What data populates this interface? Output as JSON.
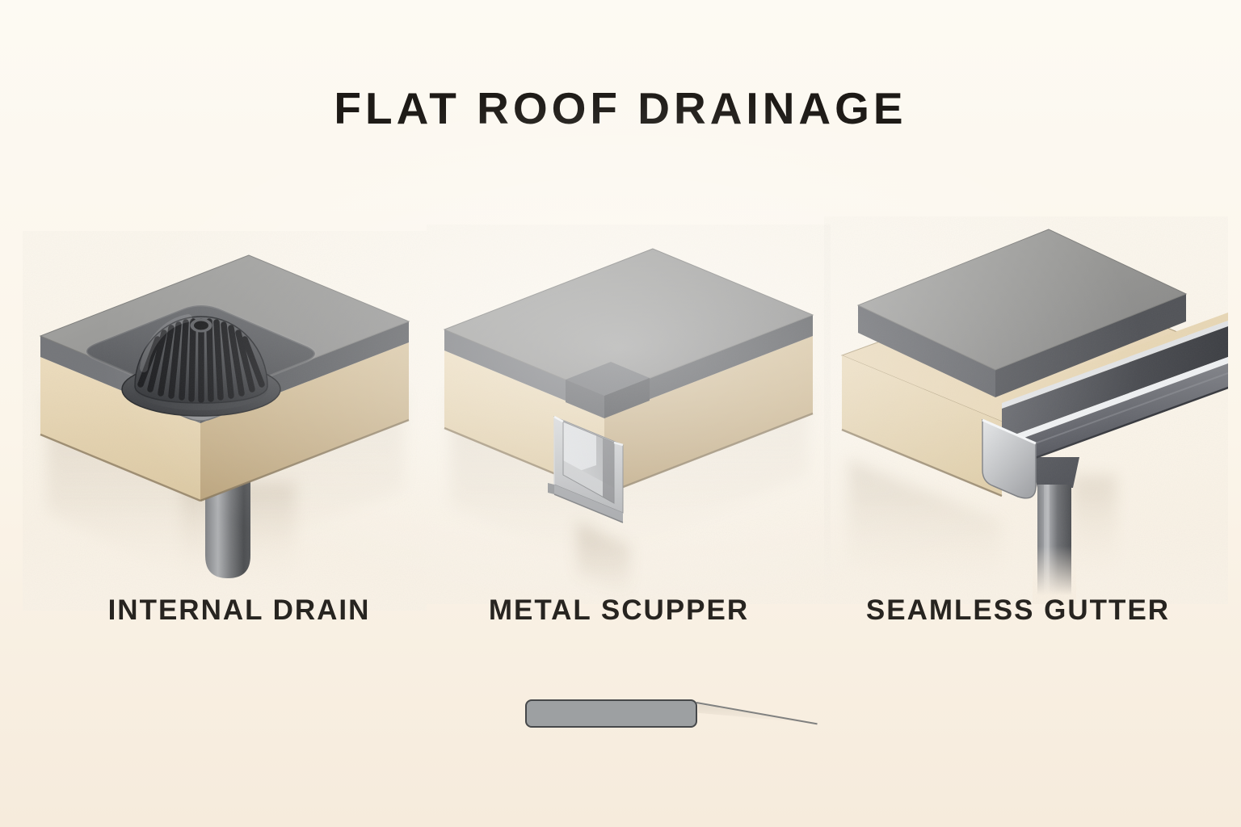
{
  "title": "FLAT ROOF DRAINAGE",
  "panels": [
    {
      "id": "internal-drain",
      "label": "INTERNAL DRAIN"
    },
    {
      "id": "metal-scupper",
      "label": "METAL SCUPPER"
    },
    {
      "id": "seamless-gutter",
      "label": "SEAMLESS GUTTER"
    }
  ],
  "colors": {
    "background_top": "#fdfaf3",
    "background_bottom": "#f6ebdc",
    "title_ink": "#1d1a16",
    "label_ink": "#272420",
    "membrane_gray": "#9a9a98",
    "deck_tan": "#e7d6b5",
    "metal_silver": "#c9cbce",
    "drain_dark": "#3c3e42",
    "swatch_gray": "#9da0a2",
    "swatch_border": "#46484a"
  }
}
